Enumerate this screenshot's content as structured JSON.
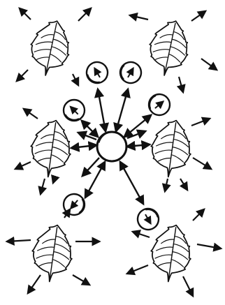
{
  "colors": {
    "ink": "#111111",
    "paper": "#ffffff"
  },
  "diagram": {
    "type": "hand-drawn leaf radiation diagram",
    "center_node": {
      "icon": "circle-hub",
      "label": ""
    },
    "leaf_icon": "birch-leaf-icon",
    "leaf_count": 6,
    "satellite_count": 6,
    "satellite_icon": "circle-with-arrow-icon",
    "text_labels": []
  }
}
